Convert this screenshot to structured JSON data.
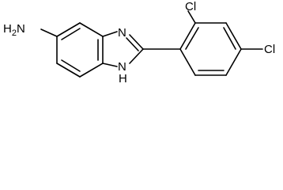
{
  "molecule": {
    "atoms": {
      "amine": "H2N",
      "amine_parts": {
        "main": "H",
        "sub": "2",
        "tail": "N"
      },
      "imine_n": "N",
      "nh": "H",
      "nh_n": "N",
      "cl_top": "Cl",
      "cl_right": "Cl"
    },
    "colors": {
      "bond": "#000000",
      "label": "#000000",
      "background": "#ffffff"
    }
  }
}
